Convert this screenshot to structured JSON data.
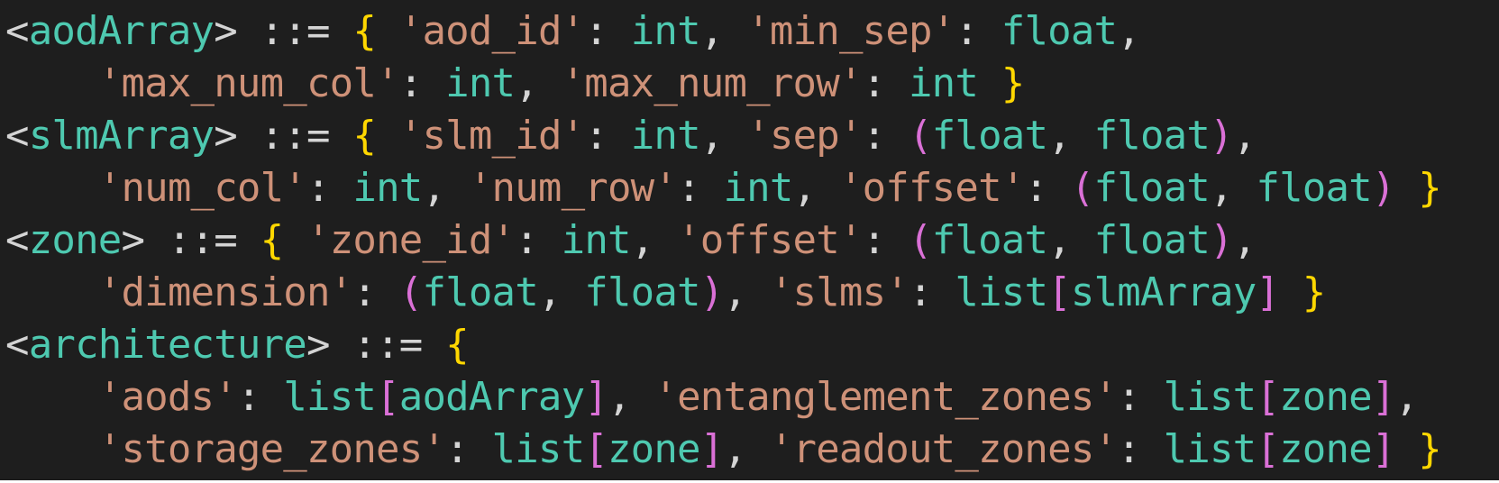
{
  "colors": {
    "background": "#1e1e1e",
    "punctuation": "#d4d4d4",
    "type_name": "#4ec9b0",
    "string": "#ce9178",
    "brace": "#ffd700",
    "bracket_paren": "#da70d6"
  },
  "code": {
    "lines": [
      [
        {
          "c": "punct",
          "t": "<"
        },
        {
          "c": "name",
          "t": "aodArray"
        },
        {
          "c": "punct",
          "t": "> ::= "
        },
        {
          "c": "brace",
          "t": "{"
        },
        {
          "c": "punct",
          "t": " "
        },
        {
          "c": "str",
          "t": "'aod_id'"
        },
        {
          "c": "punct",
          "t": ": "
        },
        {
          "c": "name",
          "t": "int"
        },
        {
          "c": "punct",
          "t": ", "
        },
        {
          "c": "str",
          "t": "'min_sep'"
        },
        {
          "c": "punct",
          "t": ": "
        },
        {
          "c": "name",
          "t": "float"
        },
        {
          "c": "punct",
          "t": ","
        }
      ],
      [
        {
          "c": "punct",
          "t": "    "
        },
        {
          "c": "str",
          "t": "'max_num_col'"
        },
        {
          "c": "punct",
          "t": ": "
        },
        {
          "c": "name",
          "t": "int"
        },
        {
          "c": "punct",
          "t": ", "
        },
        {
          "c": "str",
          "t": "'max_num_row'"
        },
        {
          "c": "punct",
          "t": ": "
        },
        {
          "c": "name",
          "t": "int"
        },
        {
          "c": "punct",
          "t": " "
        },
        {
          "c": "brace",
          "t": "}"
        }
      ],
      [
        {
          "c": "punct",
          "t": "<"
        },
        {
          "c": "name",
          "t": "slmArray"
        },
        {
          "c": "punct",
          "t": "> ::= "
        },
        {
          "c": "brace",
          "t": "{"
        },
        {
          "c": "punct",
          "t": " "
        },
        {
          "c": "str",
          "t": "'slm_id'"
        },
        {
          "c": "punct",
          "t": ": "
        },
        {
          "c": "name",
          "t": "int"
        },
        {
          "c": "punct",
          "t": ", "
        },
        {
          "c": "str",
          "t": "'sep'"
        },
        {
          "c": "punct",
          "t": ": "
        },
        {
          "c": "paren",
          "t": "("
        },
        {
          "c": "name",
          "t": "float"
        },
        {
          "c": "punct",
          "t": ", "
        },
        {
          "c": "name",
          "t": "float"
        },
        {
          "c": "paren",
          "t": ")"
        },
        {
          "c": "punct",
          "t": ","
        }
      ],
      [
        {
          "c": "punct",
          "t": "    "
        },
        {
          "c": "str",
          "t": "'num_col'"
        },
        {
          "c": "punct",
          "t": ": "
        },
        {
          "c": "name",
          "t": "int"
        },
        {
          "c": "punct",
          "t": ", "
        },
        {
          "c": "str",
          "t": "'num_row'"
        },
        {
          "c": "punct",
          "t": ": "
        },
        {
          "c": "name",
          "t": "int"
        },
        {
          "c": "punct",
          "t": ", "
        },
        {
          "c": "str",
          "t": "'offset'"
        },
        {
          "c": "punct",
          "t": ": "
        },
        {
          "c": "paren",
          "t": "("
        },
        {
          "c": "name",
          "t": "float"
        },
        {
          "c": "punct",
          "t": ", "
        },
        {
          "c": "name",
          "t": "float"
        },
        {
          "c": "paren",
          "t": ")"
        },
        {
          "c": "punct",
          "t": " "
        },
        {
          "c": "brace",
          "t": "}"
        }
      ],
      [
        {
          "c": "punct",
          "t": "<"
        },
        {
          "c": "name",
          "t": "zone"
        },
        {
          "c": "punct",
          "t": "> ::= "
        },
        {
          "c": "brace",
          "t": "{"
        },
        {
          "c": "punct",
          "t": " "
        },
        {
          "c": "str",
          "t": "'zone_id'"
        },
        {
          "c": "punct",
          "t": ": "
        },
        {
          "c": "name",
          "t": "int"
        },
        {
          "c": "punct",
          "t": ", "
        },
        {
          "c": "str",
          "t": "'offset'"
        },
        {
          "c": "punct",
          "t": ": "
        },
        {
          "c": "paren",
          "t": "("
        },
        {
          "c": "name",
          "t": "float"
        },
        {
          "c": "punct",
          "t": ", "
        },
        {
          "c": "name",
          "t": "float"
        },
        {
          "c": "paren",
          "t": ")"
        },
        {
          "c": "punct",
          "t": ","
        }
      ],
      [
        {
          "c": "punct",
          "t": "    "
        },
        {
          "c": "str",
          "t": "'dimension'"
        },
        {
          "c": "punct",
          "t": ": "
        },
        {
          "c": "paren",
          "t": "("
        },
        {
          "c": "name",
          "t": "float"
        },
        {
          "c": "punct",
          "t": ", "
        },
        {
          "c": "name",
          "t": "float"
        },
        {
          "c": "paren",
          "t": ")"
        },
        {
          "c": "punct",
          "t": ", "
        },
        {
          "c": "str",
          "t": "'slms'"
        },
        {
          "c": "punct",
          "t": ": "
        },
        {
          "c": "name",
          "t": "list"
        },
        {
          "c": "paren",
          "t": "["
        },
        {
          "c": "name",
          "t": "slmArray"
        },
        {
          "c": "paren",
          "t": "]"
        },
        {
          "c": "punct",
          "t": " "
        },
        {
          "c": "brace",
          "t": "}"
        }
      ],
      [
        {
          "c": "punct",
          "t": "<"
        },
        {
          "c": "name",
          "t": "architecture"
        },
        {
          "c": "punct",
          "t": "> ::= "
        },
        {
          "c": "brace",
          "t": "{"
        }
      ],
      [
        {
          "c": "punct",
          "t": "    "
        },
        {
          "c": "str",
          "t": "'aods'"
        },
        {
          "c": "punct",
          "t": ": "
        },
        {
          "c": "name",
          "t": "list"
        },
        {
          "c": "paren",
          "t": "["
        },
        {
          "c": "name",
          "t": "aodArray"
        },
        {
          "c": "paren",
          "t": "]"
        },
        {
          "c": "punct",
          "t": ", "
        },
        {
          "c": "str",
          "t": "'entanglement_zones'"
        },
        {
          "c": "punct",
          "t": ": "
        },
        {
          "c": "name",
          "t": "list"
        },
        {
          "c": "paren",
          "t": "["
        },
        {
          "c": "name",
          "t": "zone"
        },
        {
          "c": "paren",
          "t": "]"
        },
        {
          "c": "punct",
          "t": ","
        }
      ],
      [
        {
          "c": "punct",
          "t": "    "
        },
        {
          "c": "str",
          "t": "'storage_zones'"
        },
        {
          "c": "punct",
          "t": ": "
        },
        {
          "c": "name",
          "t": "list"
        },
        {
          "c": "paren",
          "t": "["
        },
        {
          "c": "name",
          "t": "zone"
        },
        {
          "c": "paren",
          "t": "]"
        },
        {
          "c": "punct",
          "t": ", "
        },
        {
          "c": "str",
          "t": "'readout_zones'"
        },
        {
          "c": "punct",
          "t": ": "
        },
        {
          "c": "name",
          "t": "list"
        },
        {
          "c": "paren",
          "t": "["
        },
        {
          "c": "name",
          "t": "zone"
        },
        {
          "c": "paren",
          "t": "]"
        },
        {
          "c": "punct",
          "t": " "
        },
        {
          "c": "brace",
          "t": "}"
        }
      ]
    ]
  }
}
